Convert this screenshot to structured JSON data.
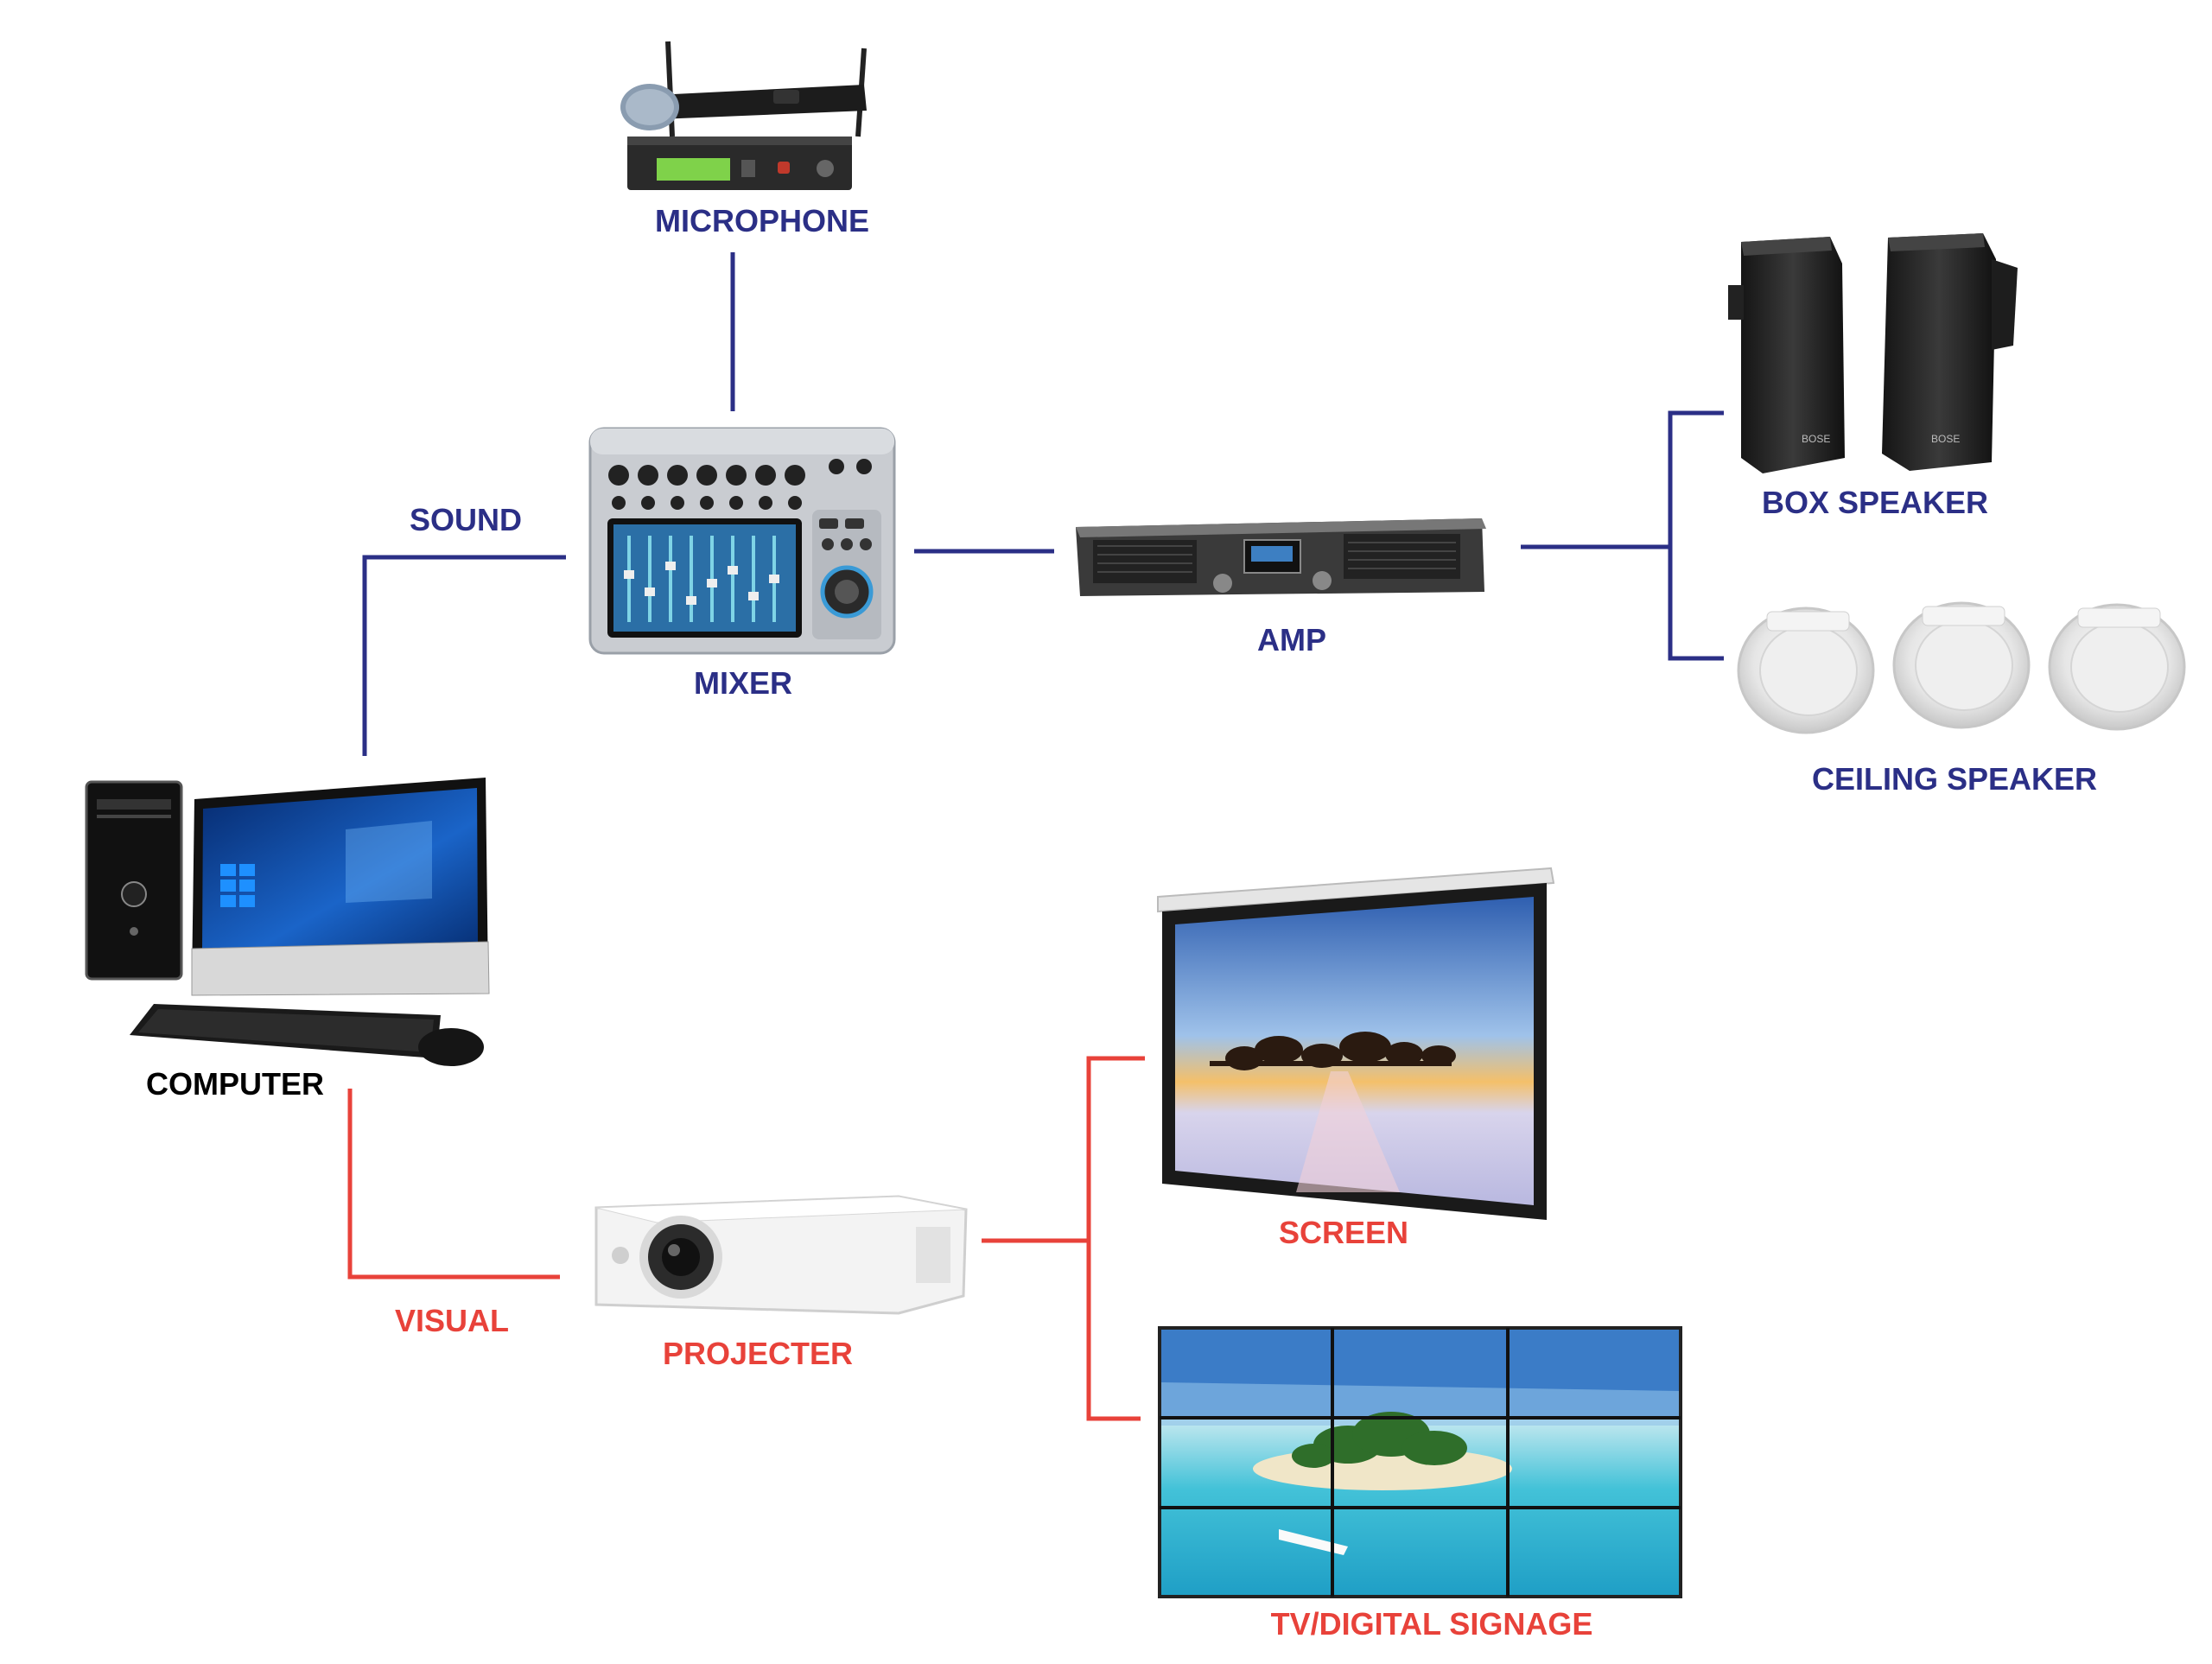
{
  "colors": {
    "sound": "#2b2f86",
    "visual": "#e8423a",
    "device_label": "#000000"
  },
  "labels": {
    "microphone": "MICROPHONE",
    "mixer": "MIXER",
    "amp": "AMP",
    "box_speaker": "BOX SPEAKER",
    "ceiling_speaker": "CEILING SPEAKER",
    "computer": "COMPUTER",
    "projector": "PROJECTER",
    "screen": "SCREEN",
    "tv": "TV/DIGITAL SIGNAGE",
    "sound": "SOUND",
    "visual": "VISUAL"
  },
  "icons": {
    "microphone": "wireless-microphone-receiver-icon",
    "mixer": "audio-mixer-icon",
    "amp": "power-amplifier-icon",
    "box_speaker": "box-speaker-icon",
    "ceiling_speaker": "ceiling-speaker-icon",
    "computer": "desktop-computer-icon",
    "projector": "projector-icon",
    "screen": "projection-screen-icon",
    "tv": "video-wall-icon"
  },
  "connections": [
    {
      "from": "MICROPHONE",
      "to": "MIXER",
      "type": "SOUND"
    },
    {
      "from": "COMPUTER",
      "to": "MIXER",
      "type": "SOUND"
    },
    {
      "from": "MIXER",
      "to": "AMP",
      "type": "SOUND"
    },
    {
      "from": "AMP",
      "to": "BOX SPEAKER",
      "type": "SOUND"
    },
    {
      "from": "AMP",
      "to": "CEILING SPEAKER",
      "type": "SOUND"
    },
    {
      "from": "COMPUTER",
      "to": "PROJECTER",
      "type": "VISUAL"
    },
    {
      "from": "PROJECTER",
      "to": "SCREEN",
      "type": "VISUAL"
    },
    {
      "from": "PROJECTER",
      "to": "TV/DIGITAL SIGNAGE",
      "type": "VISUAL"
    }
  ]
}
